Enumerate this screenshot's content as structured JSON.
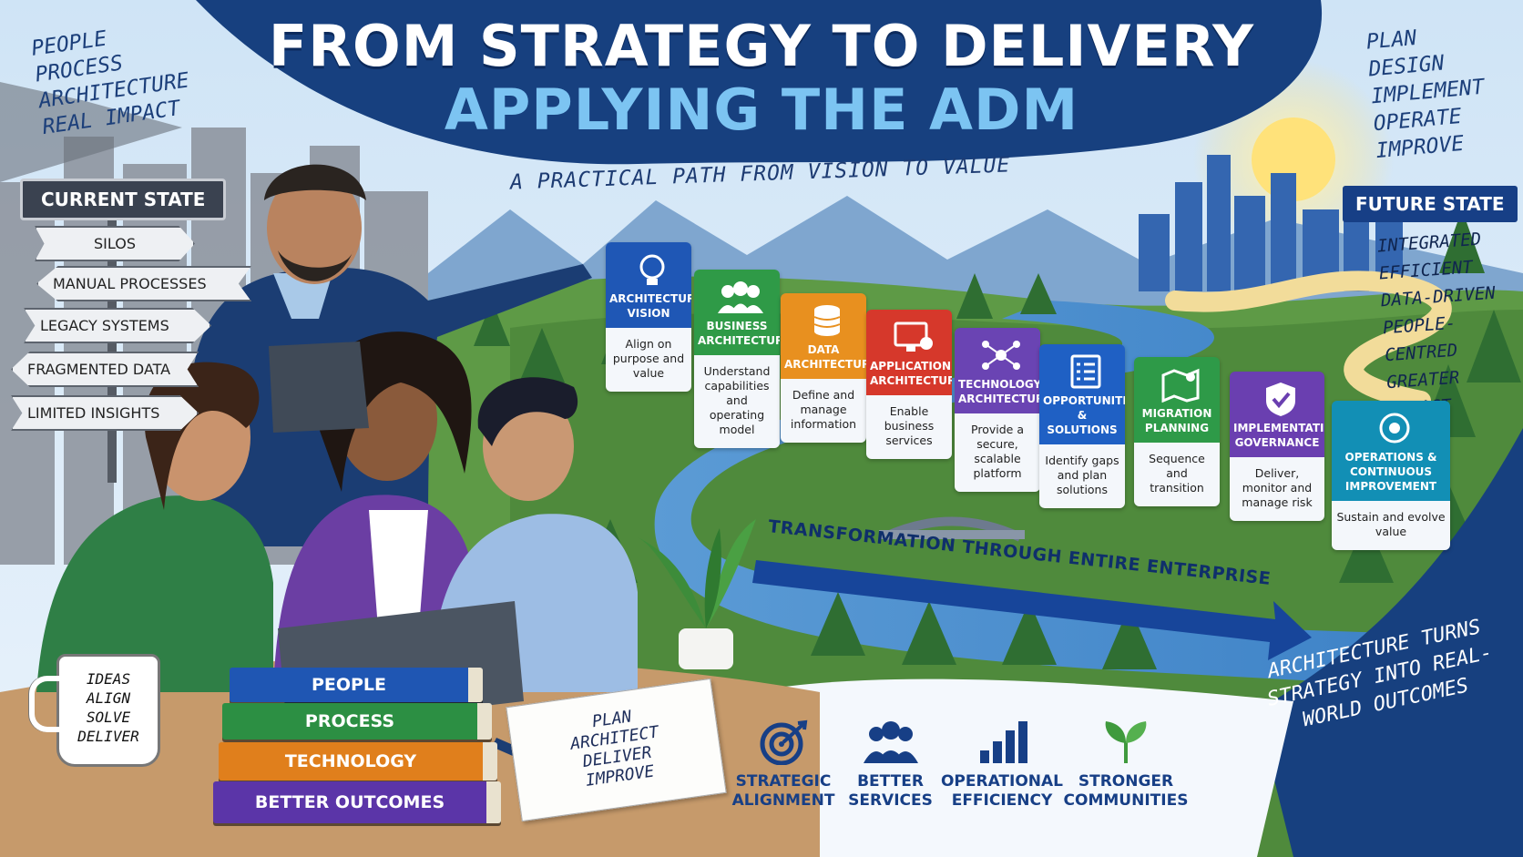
{
  "header": {
    "title": "FROM STRATEGY TO DELIVERY",
    "subtitle": "APPLYING THE ADM",
    "tagline": "A PRACTICAL PATH FROM VISION TO VALUE"
  },
  "notes_left": [
    "PEOPLE",
    "PROCESS",
    "ARCHITECTURE",
    "REAL IMPACT"
  ],
  "notes_right": [
    "PLAN",
    "DESIGN",
    "IMPLEMENT",
    "OPERATE",
    "IMPROVE"
  ],
  "current_state": {
    "heading": "CURRENT STATE",
    "items": [
      "SILOS",
      "MANUAL PROCESSES",
      "LEGACY SYSTEMS",
      "FRAGMENTED DATA",
      "LIMITED INSIGHTS"
    ]
  },
  "future_state": {
    "heading": "FUTURE STATE",
    "items": [
      "INTEGRATED",
      "EFFICIENT",
      "DATA-DRIVEN",
      "PEOPLE-CENTRED",
      "GREATER IMPACT"
    ]
  },
  "phases": [
    {
      "title": "ARCHITECTURE VISION",
      "desc": "Align on purpose and value",
      "color": "#1f57b5",
      "icon": "lightbulb-icon"
    },
    {
      "title": "BUSINESS ARCHITECTURE",
      "desc": "Understand capabilities and operating model",
      "color": "#2f9a47",
      "icon": "people-icon"
    },
    {
      "title": "DATA ARCHITECTURE",
      "desc": "Define and manage information",
      "color": "#e8901f",
      "icon": "database-icon"
    },
    {
      "title": "APPLICATION ARCHITECTURE",
      "desc": "Enable business services",
      "color": "#d6382b",
      "icon": "monitor-gear-icon"
    },
    {
      "title": "TECHNOLOGY ARCHITECTURE",
      "desc": "Provide a secure, scalable platform",
      "color": "#6a44b3",
      "icon": "network-icon"
    },
    {
      "title": "OPPORTUNITIES & SOLUTIONS",
      "desc": "Identify gaps and plan solutions",
      "color": "#1f60c4",
      "icon": "checklist-icon"
    },
    {
      "title": "MIGRATION PLANNING",
      "desc": "Sequence and transition",
      "color": "#2e9a48",
      "icon": "map-pin-icon"
    },
    {
      "title": "IMPLEMENTATION GOVERNANCE",
      "desc": "Deliver, monitor and manage risk",
      "color": "#6a3fb0",
      "icon": "shield-check-icon"
    },
    {
      "title": "OPERATIONS & CONTINUOUS IMPROVEMENT",
      "desc": "Sustain and evolve value",
      "color": "#128fb5",
      "icon": "cycle-gear-icon"
    }
  ],
  "transformation_label": "TRANSFORMATION THROUGH ENTIRE ENTERPRISE",
  "books": [
    {
      "label": "PEOPLE",
      "color": "#1f56b3"
    },
    {
      "label": "PROCESS",
      "color": "#2c8f43"
    },
    {
      "label": "TECHNOLOGY",
      "color": "#e07f1c"
    },
    {
      "label": "BETTER OUTCOMES",
      "color": "#5b35a8"
    }
  ],
  "mug_text": [
    "IDEAS",
    "ALIGN",
    "SOLVE",
    "DELIVER"
  ],
  "note_text": [
    "PLAN",
    "ARCHITECT",
    "DELIVER",
    "IMPROVE"
  ],
  "benefits": [
    {
      "label": "STRATEGIC ALIGNMENT",
      "icon": "target-icon"
    },
    {
      "label": "BETTER SERVICES",
      "icon": "group-icon"
    },
    {
      "label": "OPERATIONAL EFFICIENCY",
      "icon": "bar-chart-icon"
    },
    {
      "label": "STRONGER COMMUNITIES",
      "icon": "sprout-icon"
    }
  ],
  "closing": "ARCHITECTURE TURNS STRATEGY INTO REAL-WORLD OUTCOMES"
}
